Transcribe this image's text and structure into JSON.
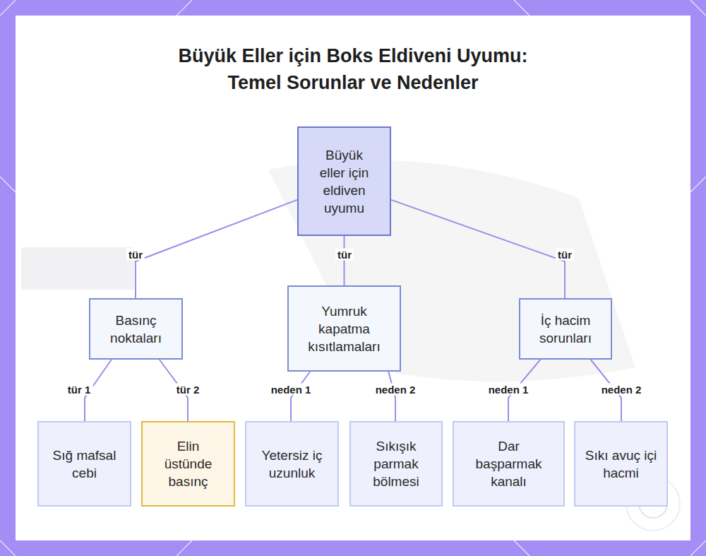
{
  "diagram": {
    "title": "Büyük Eller için Boks Eldiveni Uyumu: Temel Sorunlar ve Nedenler",
    "nodes": [
      {
        "text": [
          "Büyük eller için eldiven uyumu"
        ]
      },
      {
        "text": [
          "Basınç noktaları"
        ]
      },
      {
        "text": [
          "Yumruk kapatma kısıtlamaları"
        ]
      },
      {
        "text": [
          "İç hacim sorunları"
        ]
      },
      {
        "text": [
          "Sığ mafsal cebi"
        ]
      },
      {
        "text": [
          "Elin üstünde basınç"
        ]
      },
      {
        "text": [
          "Yetersiz iç uzunluk"
        ]
      },
      {
        "text": [
          "Sıkışık parmak bölmesi"
        ]
      },
      {
        "text": [
          "Dar başparmak kanalı"
        ]
      },
      {
        "text": [
          "Sıkı avuç içi hacmi"
        ]
      }
    ],
    "edges": [
      {
        "from": 0,
        "to": 1,
        "label": "tür",
        "arrow": "none"
      },
      {
        "from": 0,
        "to": 2,
        "label": "tür",
        "arrow": "none"
      },
      {
        "from": 0,
        "to": 3,
        "label": "tür",
        "arrow": "none"
      },
      {
        "from": 1,
        "to": 4,
        "label": "tür 1",
        "arrow": "none"
      },
      {
        "from": 1,
        "to": 5,
        "label": "tür 2",
        "arrow": "none"
      },
      {
        "from": 2,
        "to": 6,
        "label": "neden 1",
        "arrow": "none"
      },
      {
        "from": 2,
        "to": 7,
        "label": "neden 2",
        "arrow": "none"
      },
      {
        "from": 3,
        "to": 8,
        "label": "neden 1",
        "arrow": "none"
      },
      {
        "from": 3,
        "to": 9,
        "label": "neden 2",
        "arrow": "none"
      }
    ]
  }
}
